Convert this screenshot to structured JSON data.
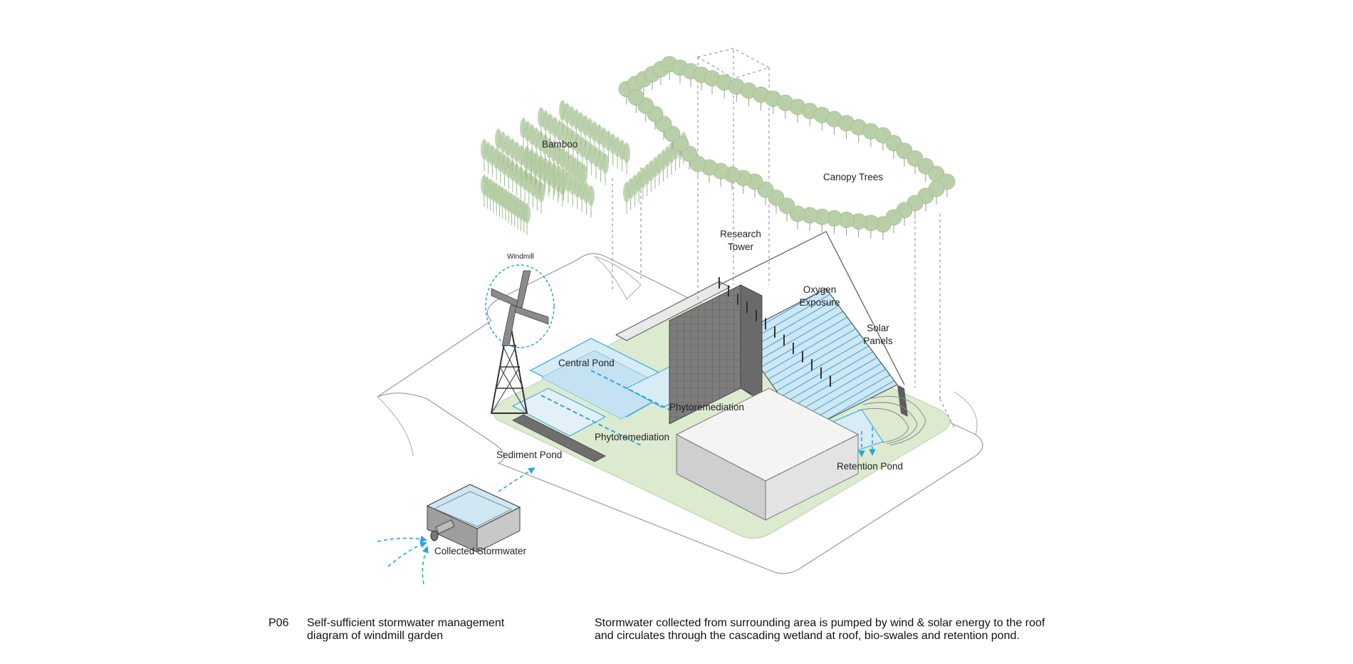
{
  "labels": {
    "bamboo": "Bamboo",
    "canopy_trees": "Canopy Trees",
    "research_tower": [
      "Research",
      "Tower"
    ],
    "oxygen_exposure": [
      "Oxygen",
      "Exposure"
    ],
    "solar_panels": [
      "Solar",
      "Panels"
    ],
    "windmill": "Windmill",
    "central_pond": "Central Pond",
    "phytoremediation_upper": "Phytoremediation",
    "phytoremediation_lower": "Phytoremediation",
    "sediment_pond": "Sediment Pond",
    "retention_pond": "Retention Pond",
    "collected_stormwater": "Collected Stormwater"
  },
  "caption": {
    "code": "P06",
    "title": [
      "Self-sufficient stormwater management",
      "diagram of windmill garden"
    ],
    "description": [
      "Stormwater collected from surrounding area is pumped by wind & solar energy to the roof",
      "and circulates through the cascading wetland at roof, bio-swales and retention pond."
    ]
  },
  "colors": {
    "water_blue": "#2aa6dd",
    "light_water": "#cfe6f3",
    "ground_green": "#dcebd0",
    "tree_green": "#b9cfa8",
    "building_gray": "#8e8e8e",
    "line_gray": "#999999"
  }
}
